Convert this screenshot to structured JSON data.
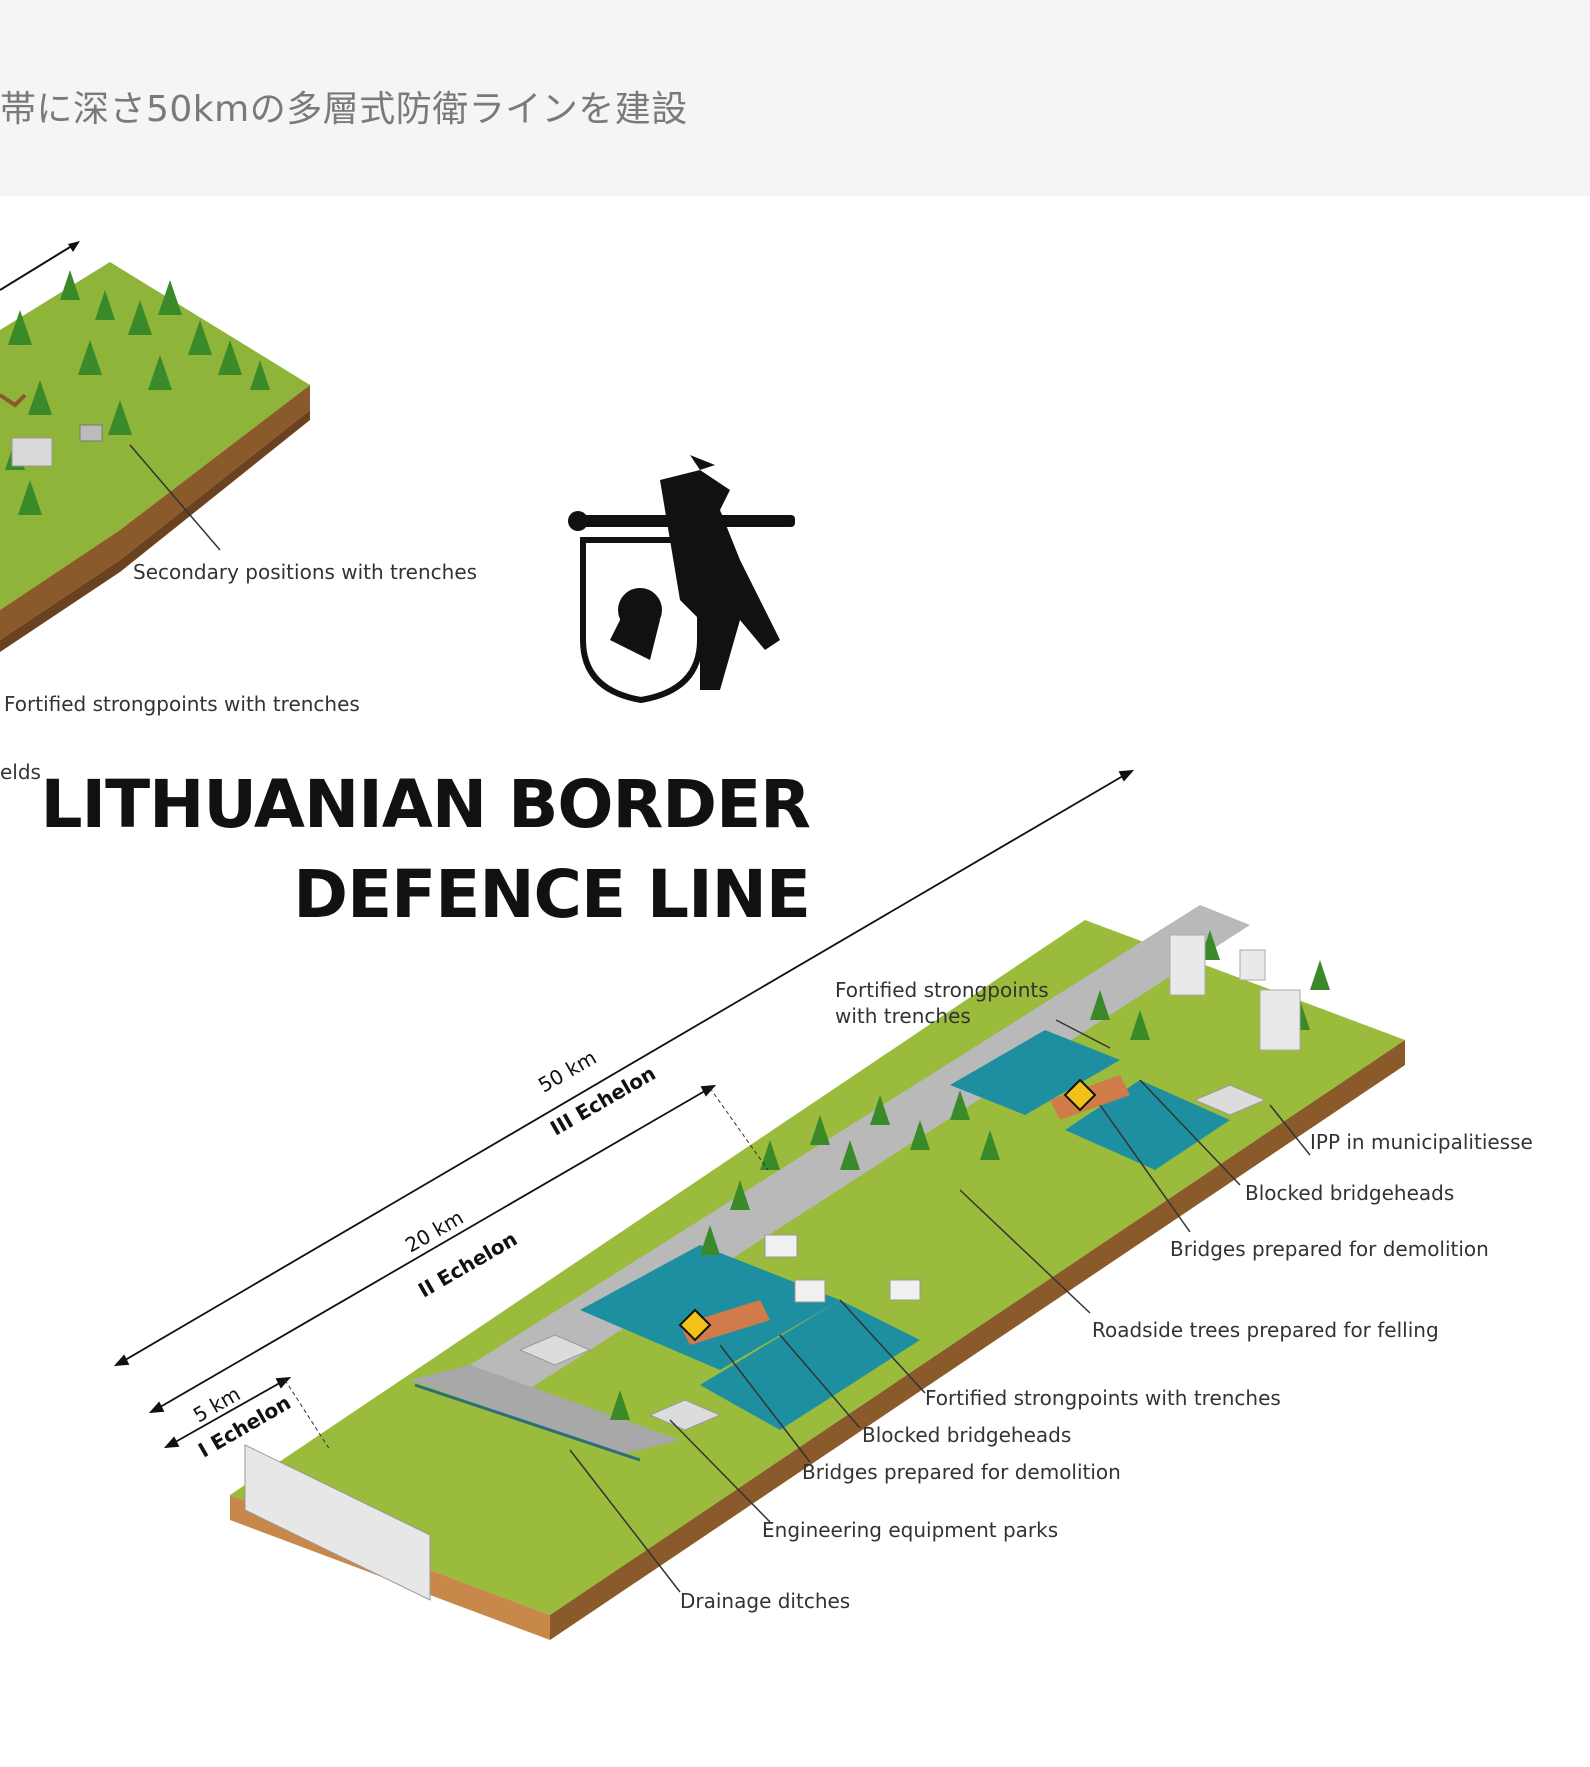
{
  "header": {
    "caption": "帯に深さ50kmの多層式防衛ラインを建設"
  },
  "diagram": {
    "title_line1": "LITHUANIAN BORDER",
    "title_line2": "DEFENCE LINE",
    "echelons": {
      "dist_50": "50 km",
      "dist_20": "20 km",
      "dist_5": "5 km",
      "echelon_3": "III Echelon",
      "echelon_2": "II Echelon",
      "echelon_1": "I Echelon"
    },
    "labels": {
      "secondary_positions": "Secondary positions with trenches",
      "fortified_top_left": "Fortified strongpoints with trenches",
      "fields_cut": "elds",
      "fortified_upper": "Fortified strongpoints with trenches",
      "ipp": "IPP in municipalitiesse",
      "blocked_right": "Blocked bridgeheads",
      "bridges_right": "Bridges prepared for demolition",
      "roadside_trees": "Roadside trees prepared for felling",
      "fortified_mid": "Fortified strongpoints with trenches",
      "blocked_mid": "Blocked bridgeheads",
      "bridges_mid": "Bridges prepared for demolition",
      "engineering_parks": "Engineering equipment parks",
      "drainage": "Drainage ditches"
    }
  }
}
